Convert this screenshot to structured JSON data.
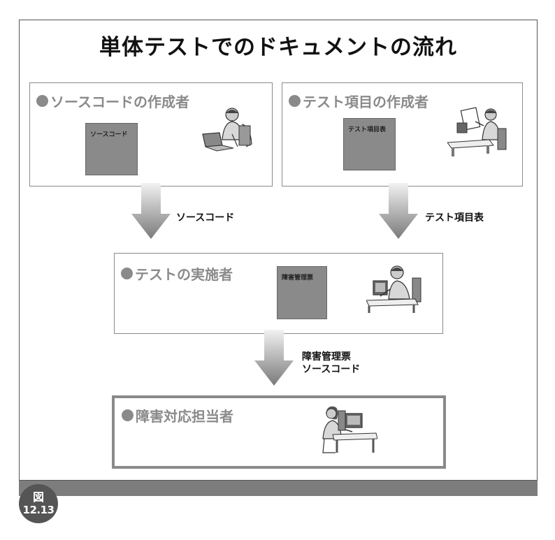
{
  "title": "単体テストでのドキュメントの流れ",
  "figure": {
    "label": "図",
    "number": "12.13"
  },
  "boxes": {
    "source_author": {
      "title": "ソースコードの作成者",
      "doc_label": "ソースコード"
    },
    "test_item_author": {
      "title": "テスト項目の作成者",
      "doc_label": "テスト項目表"
    },
    "tester": {
      "title": "テストの実施者",
      "doc_label": "障害管理票"
    },
    "fix_owner": {
      "title": "障害対応担当者"
    }
  },
  "arrows": {
    "left_label": "ソースコード",
    "right_label": "テスト項目表",
    "center_label_1": "障害管理票",
    "center_label_2": "ソースコード"
  },
  "colors": {
    "box_border": "#8a8a8a",
    "doc_fill": "#8a8a8a",
    "bar": "#7d7d7d"
  },
  "icons": [
    "person-laptop-icon",
    "person-document-desk-icon",
    "person-computer-icon",
    "woman-computer-icon"
  ]
}
